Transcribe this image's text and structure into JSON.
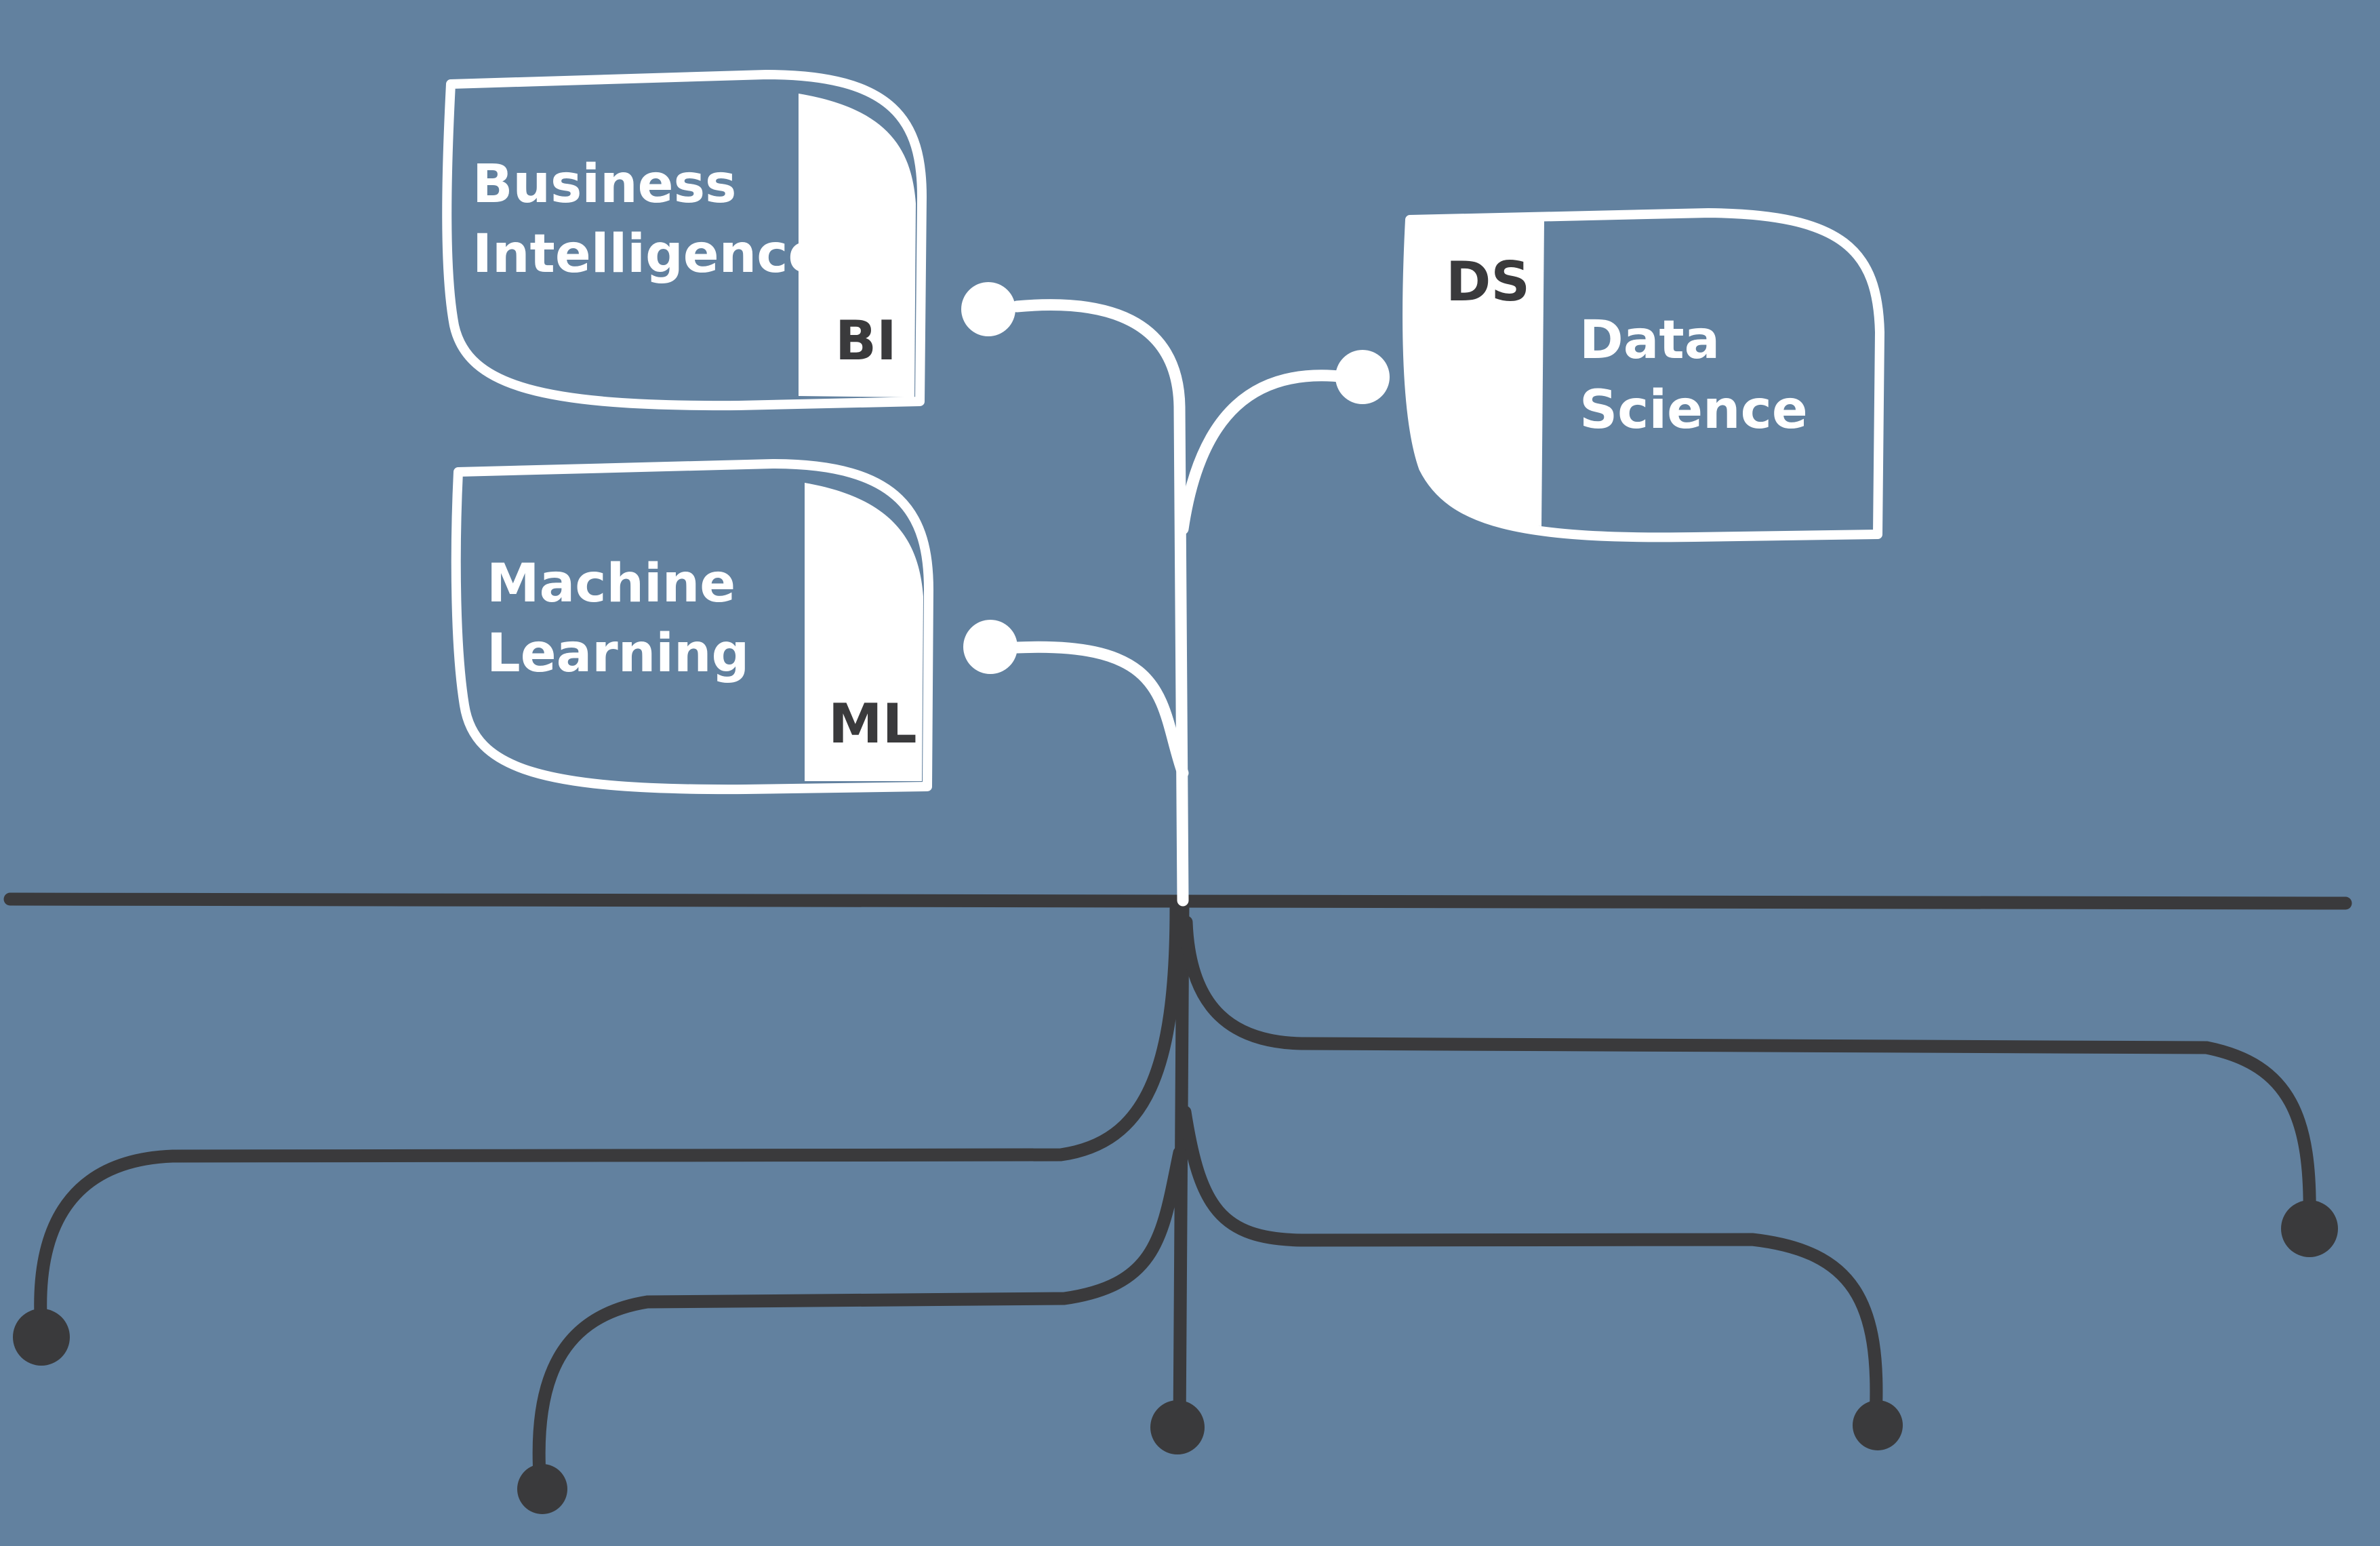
{
  "colors": {
    "background": "#62819f",
    "white": "#ffffff",
    "dark": "#3a3a3c"
  },
  "nodes": {
    "bi": {
      "title_line1": "Business",
      "title_line2": "Intelligence",
      "abbr": "BI"
    },
    "ml": {
      "title_line1": "Machine",
      "title_line2": "Learning",
      "abbr": "ML"
    },
    "ds": {
      "title_line1": "Data",
      "title_line2": "Science",
      "abbr": "DS"
    }
  }
}
